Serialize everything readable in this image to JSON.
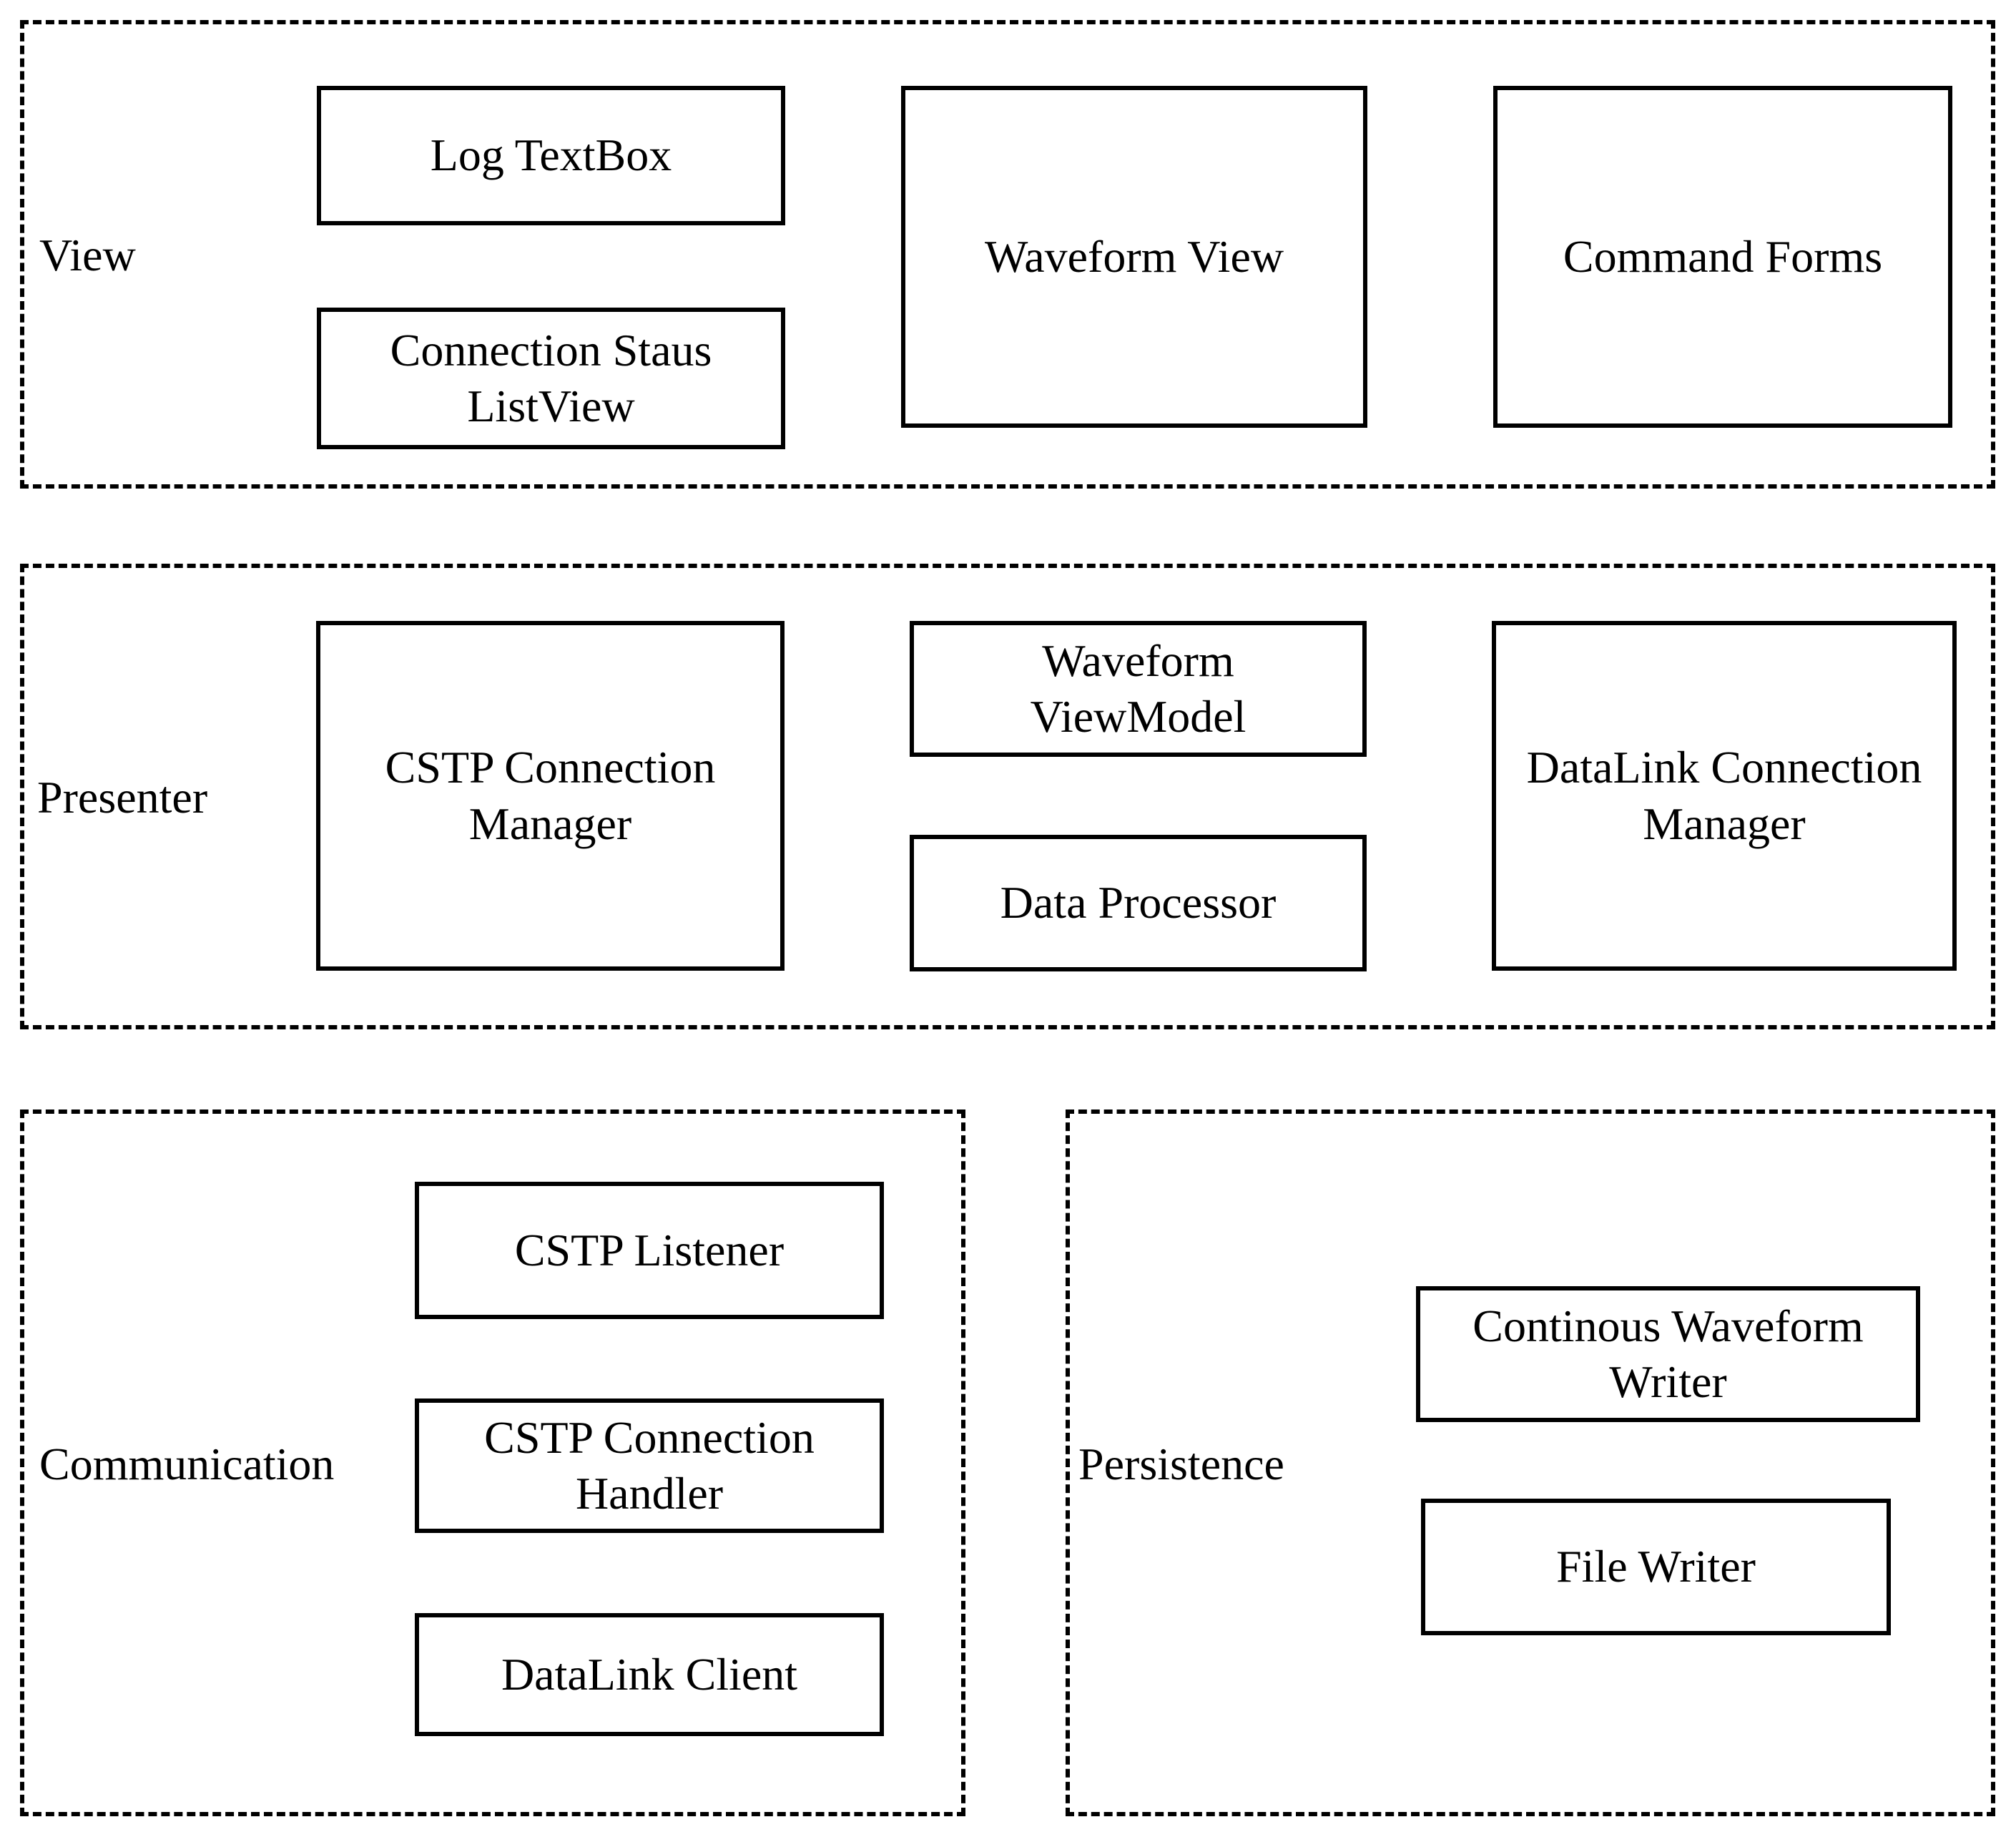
{
  "diagram": {
    "type": "software-architecture-block-diagram",
    "colors": {
      "line": "#000000",
      "background": "#ffffff",
      "text": "#000000"
    },
    "sections": [
      {
        "label": "View",
        "boxes": [
          {
            "label": "Log TextBox"
          },
          {
            "label": "Connection Staus ListView"
          },
          {
            "label": "Waveform View"
          },
          {
            "label": "Command Forms"
          }
        ]
      },
      {
        "label": "Presenter",
        "boxes": [
          {
            "label": "CSTP Connection Manager"
          },
          {
            "label": "Waveform ViewModel"
          },
          {
            "label": "Data Processor"
          },
          {
            "label": "DataLink Connection Manager"
          }
        ]
      },
      {
        "label": "Communication",
        "boxes": [
          {
            "label": "CSTP Listener"
          },
          {
            "label": "CSTP Connection Handler"
          },
          {
            "label": "DataLink Client"
          }
        ]
      },
      {
        "label": "Persistence",
        "boxes": [
          {
            "label": "Continous Waveform Writer"
          },
          {
            "label": "File Writer"
          }
        ]
      }
    ]
  }
}
